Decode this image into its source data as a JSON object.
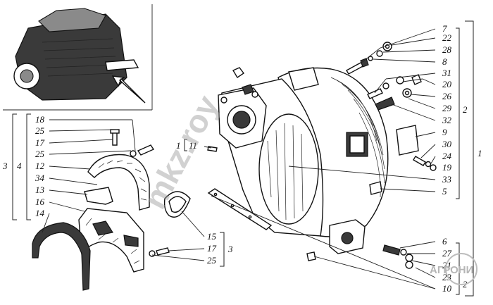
{
  "callouts_right_group": [
    "7",
    "22",
    "28",
    "8",
    "31",
    "20",
    "26",
    "29",
    "32",
    "9",
    "30",
    "24",
    "19",
    "33",
    "5"
  ],
  "callouts_bottom_group": [
    "6",
    "27",
    "21",
    "23",
    "10"
  ],
  "callouts_left_group": [
    "18",
    "25",
    "17",
    "25",
    "12",
    "34",
    "13",
    "16",
    "14"
  ],
  "callouts_lower_middle": [
    "15",
    "17",
    "25"
  ],
  "callout_left_bolt": "11",
  "assembly_numbers": {
    "outer_right": "1",
    "upper_right_bracket": "2",
    "lower_right_bracket": "2",
    "left_outer": "3",
    "left_inner": "4",
    "lower_middle": "3",
    "middle_bolt": "1"
  },
  "watermark": "mkz.roy",
  "logo": "АГРОНИ"
}
